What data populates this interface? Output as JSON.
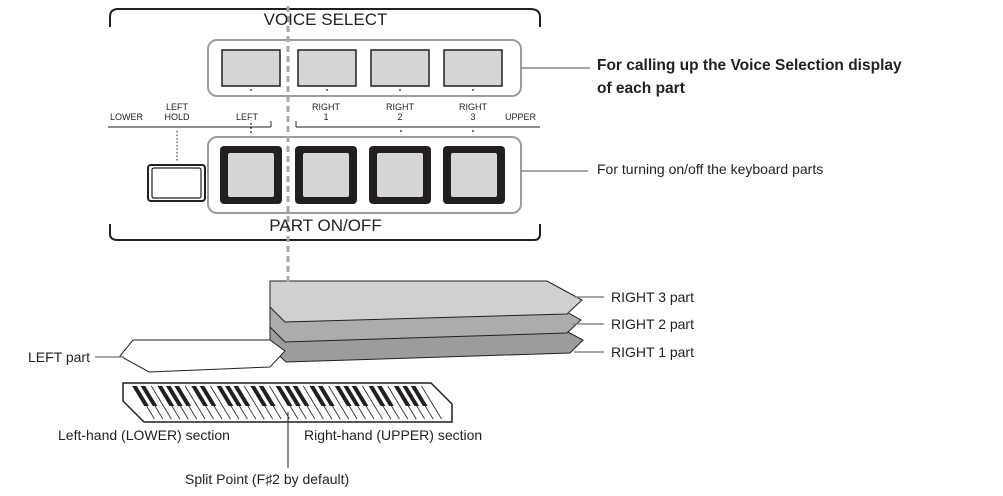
{
  "panel": {
    "voice_select_title": "VOICE SELECT",
    "part_on_off_title": "PART ON/OFF",
    "labels": {
      "lower": "LOWER",
      "left_hold_1": "LEFT",
      "left_hold_2": "HOLD",
      "left": "LEFT",
      "right1_1": "RIGHT",
      "right1_2": "1",
      "right2_1": "RIGHT",
      "right2_2": "2",
      "right3_1": "RIGHT",
      "right3_2": "3",
      "upper": "UPPER"
    }
  },
  "callouts": {
    "voice_selection_line1": "For calling up the Voice Selection display",
    "voice_selection_line2": "of each part",
    "part_on_off": "For turning on/off the keyboard parts",
    "right3_part": "RIGHT 3 part",
    "right2_part": "RIGHT 2 part",
    "right1_part": "RIGHT 1 part",
    "left_part": "LEFT part",
    "left_hand_section": "Left-hand (LOWER) section",
    "right_hand_section": "Right-hand (UPPER) section",
    "split_point": "Split Point (F♯2 by default)"
  },
  "colors": {
    "line": "#231f20",
    "callout_line": "#888888",
    "group_outline": "#9d9d9d",
    "button_fill": "#d6d6d6",
    "dashed_split": "#a8a8a8",
    "layer_right3": "#d0d0d0",
    "layer_right2": "#acacac",
    "layer_right1": "#9c9c9c",
    "layer_left": "#ffffff"
  }
}
